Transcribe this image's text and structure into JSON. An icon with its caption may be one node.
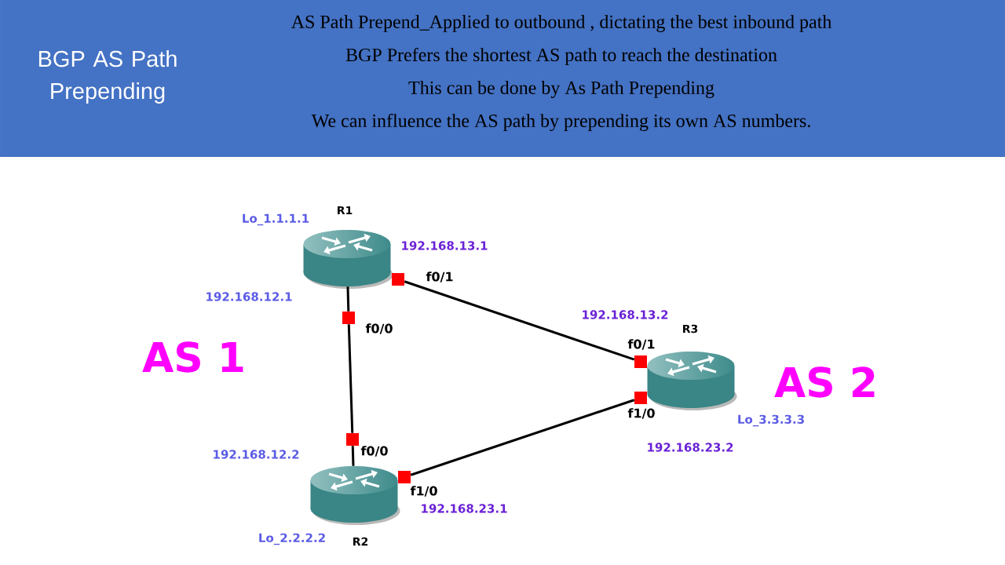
{
  "diagram": {
    "title": "BGP AS Path Prepending",
    "nodes": [
      {
        "text": [
          "R1"
        ],
        "beside": [
          "Lo_1.1.1.1",
          "192.168.13.1",
          "192.168.12.1"
        ]
      },
      {
        "text": [],
        "shape": "box",
        "beside": [
          "f0/1"
        ]
      },
      {
        "text": [],
        "shape": "box",
        "beside": [
          "f0/0"
        ]
      },
      {
        "text": [
          "R3"
        ],
        "beside": [
          "192.168.13.2",
          "Lo_3.3.3.3",
          "192.168.23.2"
        ]
      },
      {
        "text": [],
        "shape": "box",
        "beside": [
          "f0/1"
        ]
      },
      {
        "text": [],
        "shape": "box",
        "beside": [
          "f1/0"
        ]
      },
      {
        "text": [],
        "shape": "box",
        "beside": [
          "f0/0"
        ]
      },
      {
        "text": [
          "R2"
        ],
        "beside": [
          "192.168.12.2",
          "192.168.23.1",
          "Lo_2.2.2.2"
        ]
      },
      {
        "text": [],
        "shape": "box",
        "beside": [
          "f1/0"
        ]
      }
    ],
    "edges": [
      {
        "from": 0,
        "to": 2,
        "arrow": "none"
      },
      {
        "from": 2,
        "to": 6,
        "arrow": "none"
      },
      {
        "from": 6,
        "to": 7,
        "arrow": "none"
      },
      {
        "from": 1,
        "to": 4,
        "arrow": "none"
      },
      {
        "from": 8,
        "to": 5,
        "arrow": "none"
      }
    ],
    "labels": [
      "AS Path Prepend_Applied to outbound , dictating the best inbound path",
      "BGP Prefers the shortest AS path to reach the destination",
      "This can be done by As Path Prepending",
      "We can influence the AS path by prepending its own AS numbers.",
      "AS 1",
      "AS 2"
    ]
  }
}
